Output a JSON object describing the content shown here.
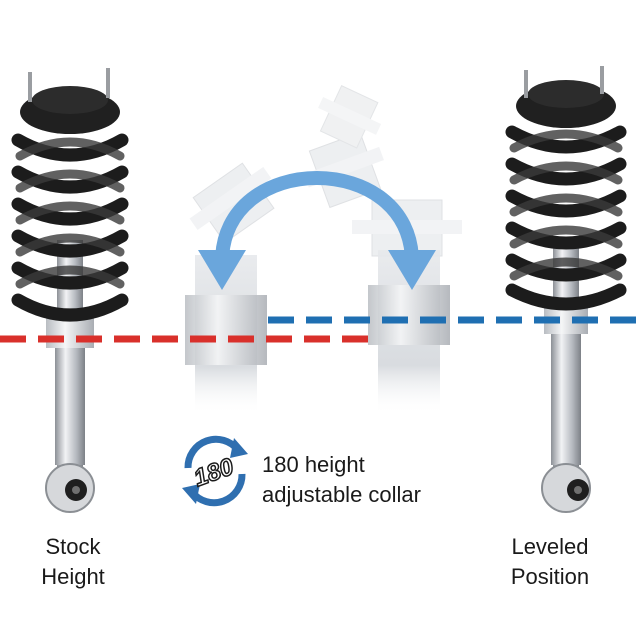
{
  "left_label": {
    "line1": "Stock",
    "line2": "Height"
  },
  "right_label": {
    "line1": "Leveled",
    "line2": "Position"
  },
  "collar": {
    "line1": "180 height",
    "line2": "adjustable collar"
  },
  "badge": {
    "text": "180",
    "icon": "rotation-arrows-icon"
  },
  "colors": {
    "stock_line": "#d9302b",
    "leveled_line": "#1f6fb2",
    "rotation_arrow": "#6aa6dc",
    "spring": "#1c1c1c",
    "shaft": "#c9ccd0"
  }
}
